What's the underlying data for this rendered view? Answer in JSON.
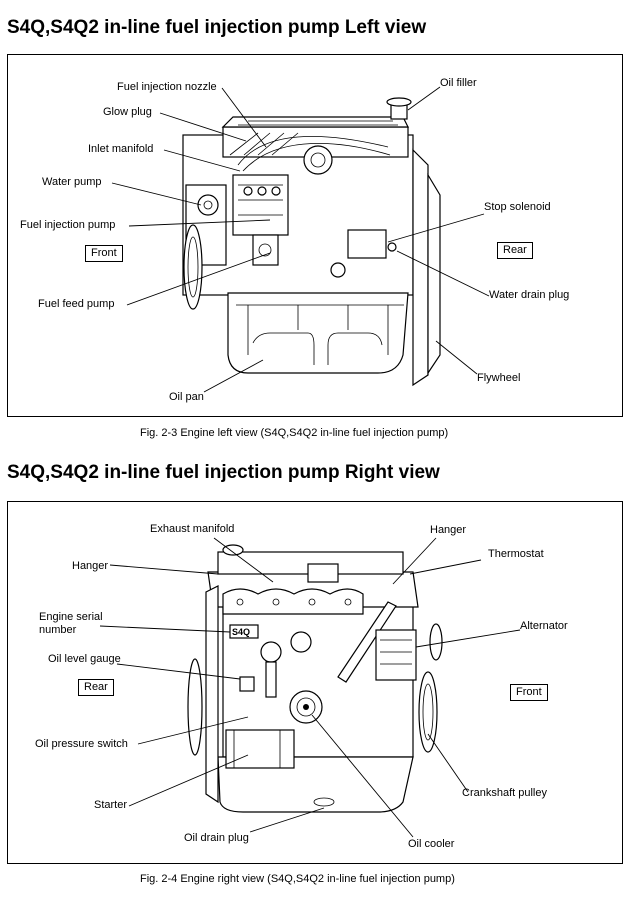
{
  "sections": [
    {
      "title": "S4Q,S4Q2 in-line fuel injection pump Left view",
      "caption": "Fig. 2-3  Engine left view (S4Q,S4Q2 in-line fuel injection pump)",
      "boxes": [
        "Front",
        "Rear"
      ],
      "labels": [
        "Fuel injection nozzle",
        "Glow plug",
        "Inlet manifold",
        "Water pump",
        "Fuel injection pump",
        "Fuel feed pump",
        "Oil pan",
        "Oil filler",
        "Stop solenoid",
        "Water drain plug",
        "Flywheel"
      ]
    },
    {
      "title": "S4Q,S4Q2 in-line fuel injection pump Right view",
      "caption": "Fig. 2-4  Engine right view (S4Q,S4Q2 in-line fuel injection pump)",
      "boxes": [
        "Rear",
        "Front"
      ],
      "labels": [
        "Exhaust manifold",
        "Hanger",
        "Engine serial number",
        "Oil level gauge",
        "Oil pressure switch",
        "Starter",
        "Oil drain plug",
        "Hanger",
        "Thermostat",
        "Alternator",
        "Crankshaft pulley",
        "Oil cooler"
      ],
      "serial_plate": "S4Q"
    }
  ]
}
